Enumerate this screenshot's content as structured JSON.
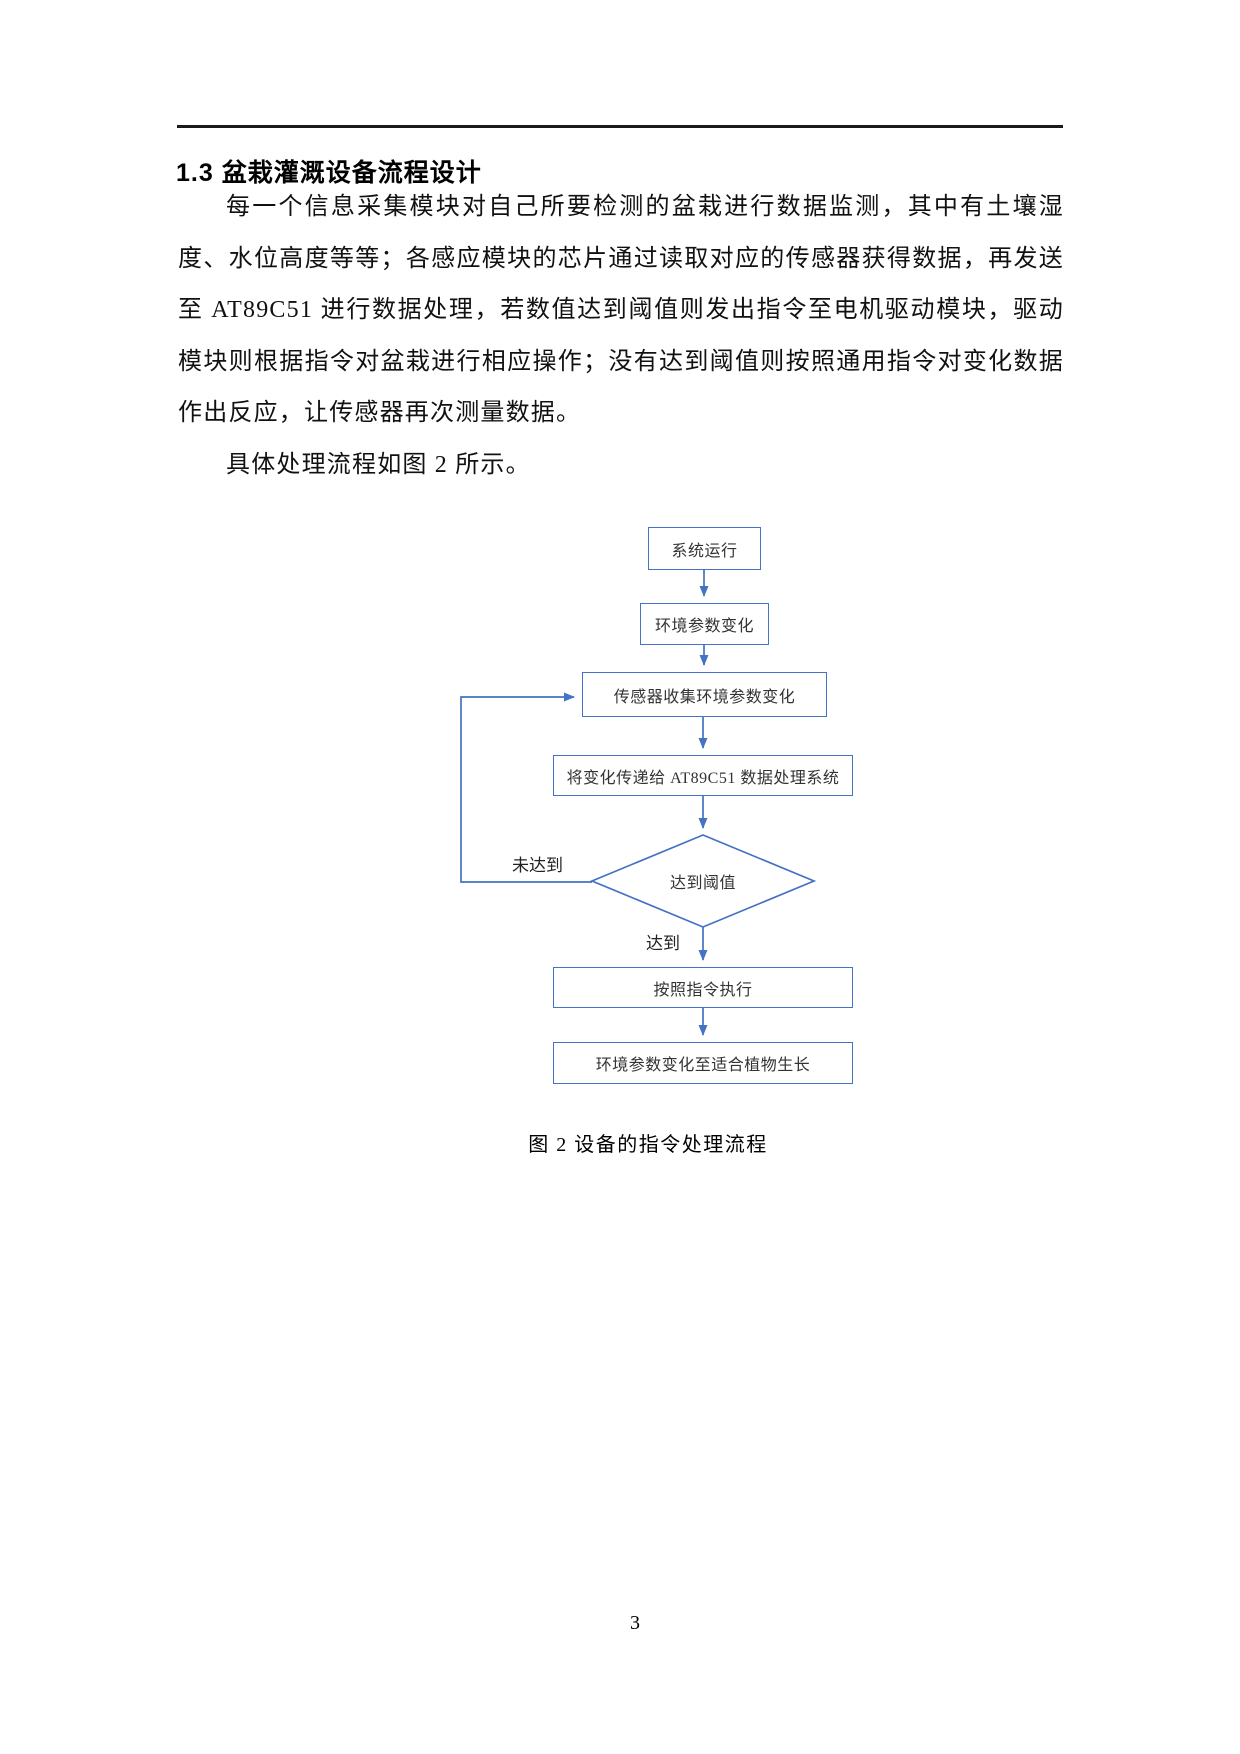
{
  "accent_color": "#4472C4",
  "heading": {
    "text": "1.3 盆栽灌溉设备流程设计"
  },
  "body": {
    "p1": "每一个信息采集模块对自己所要检测的盆栽进行数据监测，其中有土壤湿度、水位高度等等；各感应模块的芯片通过读取对应的传感器获得数据，再发送至 AT89C51 进行数据处理，若数值达到阈值则发出指令至电机驱动模块，驱动模块则根据指令对盆栽进行相应操作；没有达到阈值则按照通用指令对变化数据作出反应，让传感器再次测量数据。",
    "p2": "具体处理流程如图 2 所示。"
  },
  "flowchart": {
    "nodes": [
      {
        "id": "start",
        "shape": "rect",
        "label": "系统运行"
      },
      {
        "id": "env-param-change",
        "shape": "rect",
        "label": "环境参数变化"
      },
      {
        "id": "sensor-collect",
        "shape": "rect",
        "label": "传感器收集环境参数变化"
      },
      {
        "id": "transfer-to-chip",
        "shape": "rect",
        "label": "将变化传递给 AT89C51 数据处理系统"
      },
      {
        "id": "threshold-decision",
        "shape": "diamond",
        "label": "达到阈值"
      },
      {
        "id": "execute-command",
        "shape": "rect",
        "label": "按照指令执行"
      },
      {
        "id": "env-suitable",
        "shape": "rect",
        "label": "环境参数变化至适合植物生长"
      }
    ],
    "edge_labels": {
      "not_reached": "未达到",
      "reached": "达到"
    }
  },
  "figure_caption": "图 2 设备的指令处理流程",
  "page_number": "3"
}
